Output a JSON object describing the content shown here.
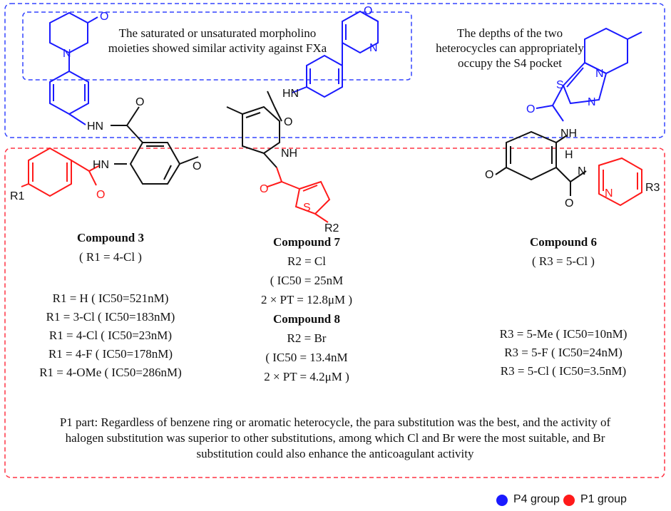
{
  "notes": {
    "p4_note_left": "The saturated or unsaturated morpholino moieties showed similar activity against FXa",
    "p4_note_right": "The depths of the two heterocycles can appropriately occupy the S4 pocket",
    "p1_note": "P1 part: Regardless of benzene ring or aromatic heterocycle, the para substitution was the best, and the activity of halogen substitution was superior to other substitutions, among which Cl and Br were the most suitable, and Br substitution could also enhance the anticoagulant activity"
  },
  "compound3": {
    "title": "Compound 3",
    "condition": "( R1 = 4-Cl )",
    "rows": [
      "R1 = H ( IC50=521nM)",
      "R1 = 3-Cl ( IC50=183nM)",
      "R1 = 4-Cl ( IC50=23nM)",
      "R1 = 4-F ( IC50=178nM)",
      "R1 = 4-OMe ( IC50=286nM)"
    ]
  },
  "compound7": {
    "title": "Compound 7",
    "lines": [
      "R2 = Cl",
      "( IC50 = 25nM",
      "2 × PT = 12.8μM )"
    ]
  },
  "compound8": {
    "title": "Compound 8",
    "lines": [
      "R2 = Br",
      "( IC50 = 13.4nM",
      "2 × PT = 4.2μM )"
    ]
  },
  "compound6": {
    "title": "Compound 6",
    "condition": "( R3 = 5-Cl )",
    "rows": [
      "R3 = 5-Me ( IC50=10nM)",
      "R3 = 5-F ( IC50=24nM)",
      "R3 = 5-Cl ( IC50=3.5nM)"
    ]
  },
  "structure_labels": {
    "o": "O",
    "n": "N",
    "s": "S",
    "hn": "HN",
    "nh": "NH",
    "h": "H",
    "r1": "R1",
    "r2": "R2",
    "r3": "R3"
  },
  "legend": [
    {
      "label": "P4 group",
      "color": "#1a1aff"
    },
    {
      "label": "P1 group",
      "color": "#ff1a1a"
    }
  ],
  "colors": {
    "p4": "#1a1aff",
    "p1": "#ff1a1a",
    "bond": "#111111"
  }
}
